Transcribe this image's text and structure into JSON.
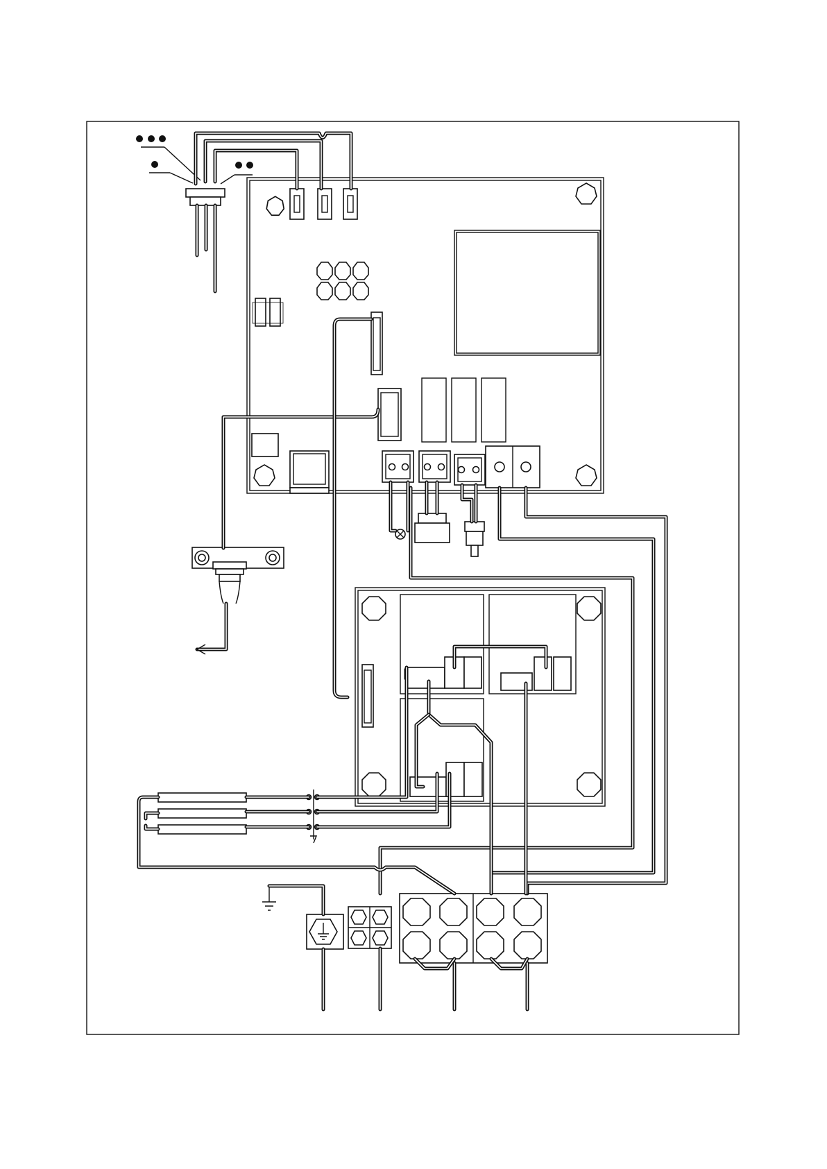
{
  "diagram": {
    "kind": "wiring-diagram",
    "line_color": "#111111",
    "background": "#ffffff",
    "components": [
      "sensor-probe",
      "control-board",
      "power-board",
      "relay-board",
      "heating-elements",
      "terminal-block",
      "earth-terminal",
      "indicator-lamp",
      "switch",
      "plug-connector"
    ]
  }
}
